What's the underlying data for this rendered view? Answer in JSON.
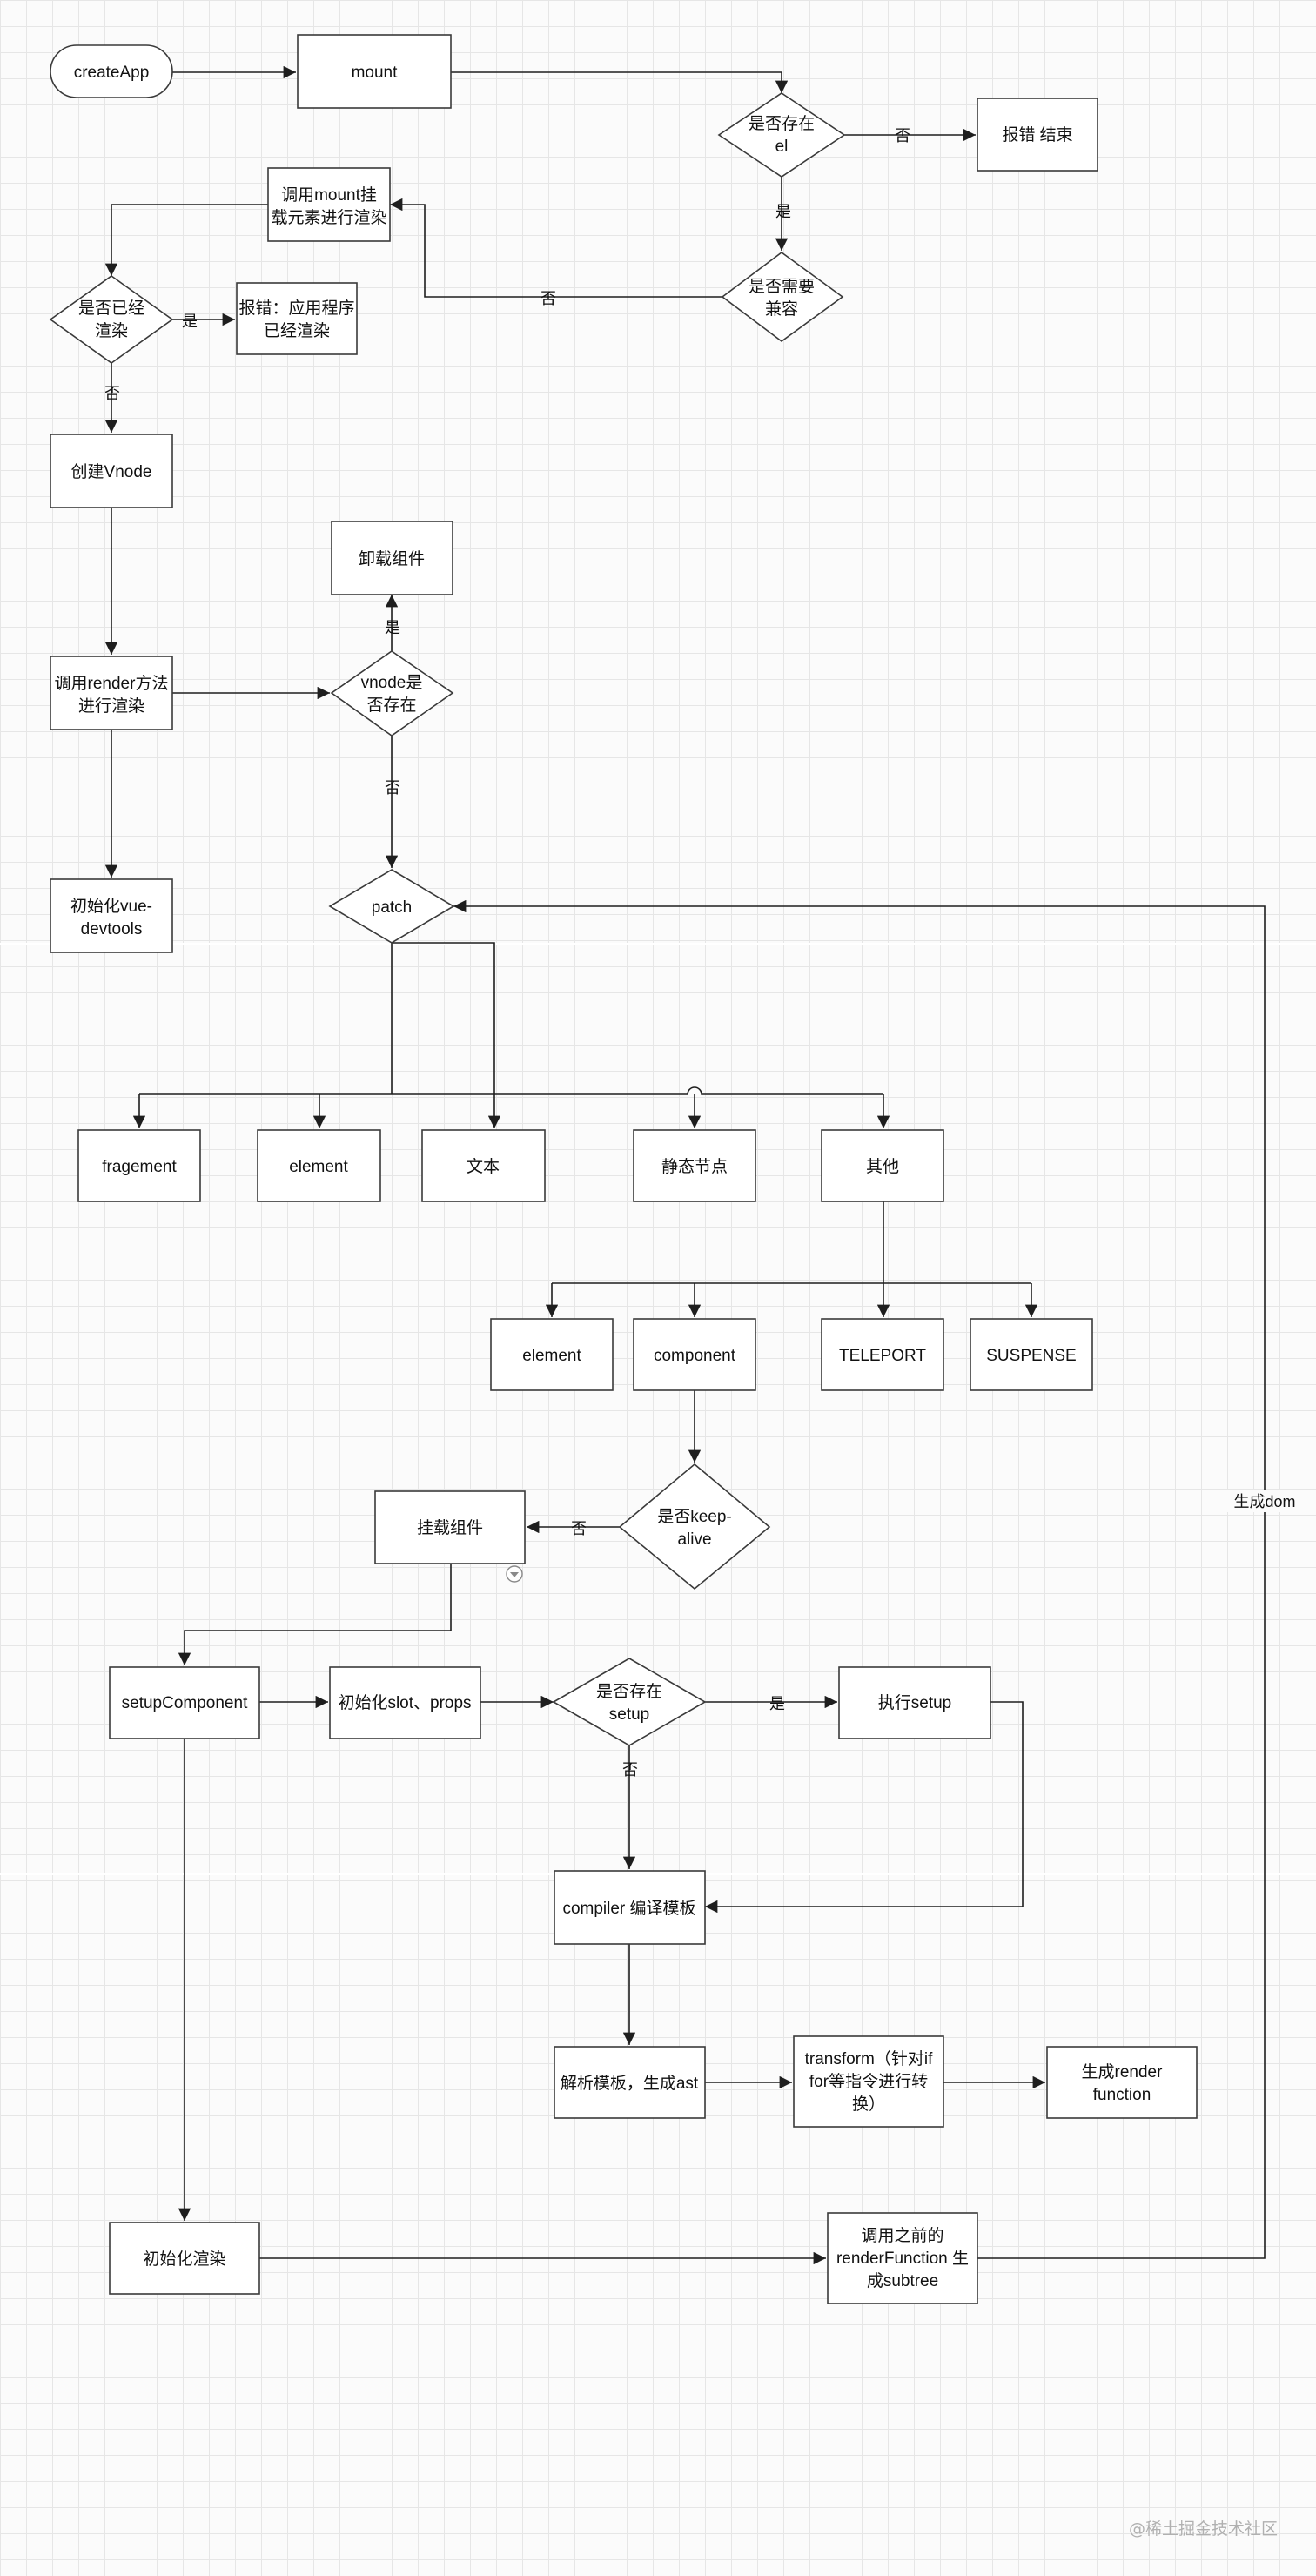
{
  "diagram": {
    "nodes": {
      "createApp": "createApp",
      "mount": "mount",
      "has_el": [
        "是否存在",
        "el"
      ],
      "error_end": "报错  结束",
      "call_mount": [
        "调用mount挂",
        "载元素进行渲染"
      ],
      "need_compat": [
        "是否需要",
        "兼容"
      ],
      "already_rendered": [
        "是否已经",
        "渲染"
      ],
      "error_rendered": [
        "报错：应用程序",
        "已经渲染"
      ],
      "create_vnode": "创建Vnode",
      "unmount": "卸载组件",
      "call_render": [
        "调用render方法",
        "进行渲染"
      ],
      "vnode_exists": [
        "vnode是",
        "否存在"
      ],
      "init_devtools": [
        "初始化vue-",
        "devtools"
      ],
      "patch": "patch",
      "fragement": "fragement",
      "element1": "element",
      "text": "文本",
      "static": "静态节点",
      "other": "其他",
      "element2": "element",
      "component": "component",
      "teleport": "TELEPORT",
      "suspense": "SUSPENSE",
      "mount_comp": "挂载组件",
      "keep_alive": [
        "是否keep-",
        "alive"
      ],
      "setupComponent": "setupComponent",
      "init_slot": "初始化slot、props",
      "has_setup": [
        "是否存在",
        "setup"
      ],
      "exec_setup": "执行setup",
      "compiler": "compiler 编译模板",
      "parse": "解析模板，生成ast",
      "transform": [
        "transform（针对if",
        "for等指令进行转",
        "换）"
      ],
      "gen_render": [
        "生成render",
        "function"
      ],
      "init_render": "初始化渲染",
      "call_prev": [
        "调用之前的",
        "renderFunction 生",
        "成subtree"
      ]
    },
    "labels": {
      "no_el": "否",
      "yes_el": "是",
      "no_compat": "否",
      "yes_rendered": "是",
      "no_rendered": "否",
      "yes_vnode": "是",
      "no_vnode": "否",
      "no_keepalive": "否",
      "yes_setup": "是",
      "no_setup": "否",
      "gen_dom": "生成dom"
    }
  },
  "watermark": "@稀土掘金技术社区"
}
